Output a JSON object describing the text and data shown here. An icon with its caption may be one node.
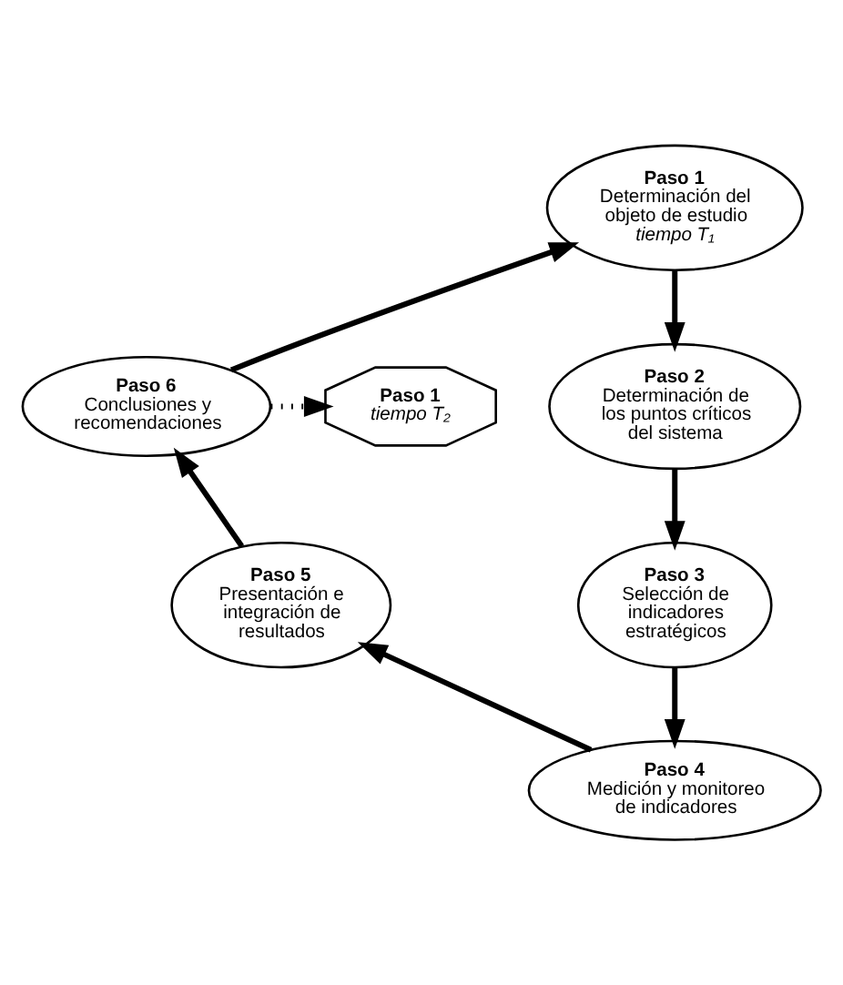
{
  "diagram": {
    "nodes": [
      {
        "text": [
          "Paso 1",
          "Determinación del objeto de estudio",
          "tiempo T₁"
        ]
      },
      {
        "text": [
          "Paso 1",
          "tiempo T₂"
        ]
      },
      {
        "text": [
          "Paso 2",
          "Determinación de los puntos críticos del sistema"
        ]
      },
      {
        "text": [
          "Paso 3",
          "Selección de indicadores estratégicos"
        ]
      },
      {
        "text": [
          "Paso 4",
          "Medición y monitoreo de indicadores"
        ]
      },
      {
        "text": [
          "Paso 5",
          "Presentación e integración de resultados"
        ]
      },
      {
        "text": [
          "Paso 6",
          "Conclusiones y recomendaciones"
        ]
      }
    ],
    "edges": [
      {
        "from": 0,
        "to": 2,
        "arrow": "to"
      },
      {
        "from": 2,
        "to": 3,
        "arrow": "to"
      },
      {
        "from": 3,
        "to": 4,
        "arrow": "to"
      },
      {
        "from": 4,
        "to": 5,
        "arrow": "to"
      },
      {
        "from": 5,
        "to": 6,
        "arrow": "to"
      },
      {
        "from": 6,
        "to": 0,
        "arrow": "to"
      },
      {
        "from": 6,
        "to": 1,
        "arrow": "to",
        "style": "dashed"
      }
    ]
  }
}
